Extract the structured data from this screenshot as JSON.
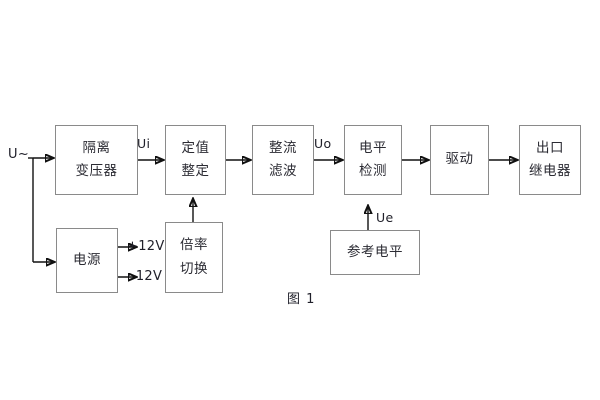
{
  "figure": {
    "caption": "图 1",
    "input_label": "U~",
    "signal_labels": {
      "ui": "Ui",
      "uo": "Uo",
      "ue": "Ue"
    },
    "power_rails": [
      {
        "name": "positive-12v",
        "label": "+12V"
      },
      {
        "name": "negative-12v",
        "label": "· 12V"
      }
    ],
    "blocks": [
      {
        "name": "isolation-transformer",
        "lines": [
          "隔离",
          "变压器"
        ]
      },
      {
        "name": "setting-value",
        "lines": [
          "定值",
          "整定"
        ]
      },
      {
        "name": "rectify-filter",
        "lines": [
          "整流",
          "滤波"
        ]
      },
      {
        "name": "level-detection",
        "lines": [
          "电平",
          "检测"
        ]
      },
      {
        "name": "driver",
        "lines": [
          "驱动"
        ]
      },
      {
        "name": "output-relay",
        "lines": [
          "出口",
          "继电器"
        ]
      },
      {
        "name": "power-supply",
        "lines": [
          "电源"
        ]
      },
      {
        "name": "multiplier-switch",
        "lines": [
          "倍率",
          "切换"
        ]
      },
      {
        "name": "reference-level",
        "lines": [
          "参考电平"
        ]
      }
    ],
    "colors": {
      "box_border": "#8a8a8a",
      "wire": "#111111",
      "text": "#2b2b33",
      "background": "#ffffff"
    }
  }
}
